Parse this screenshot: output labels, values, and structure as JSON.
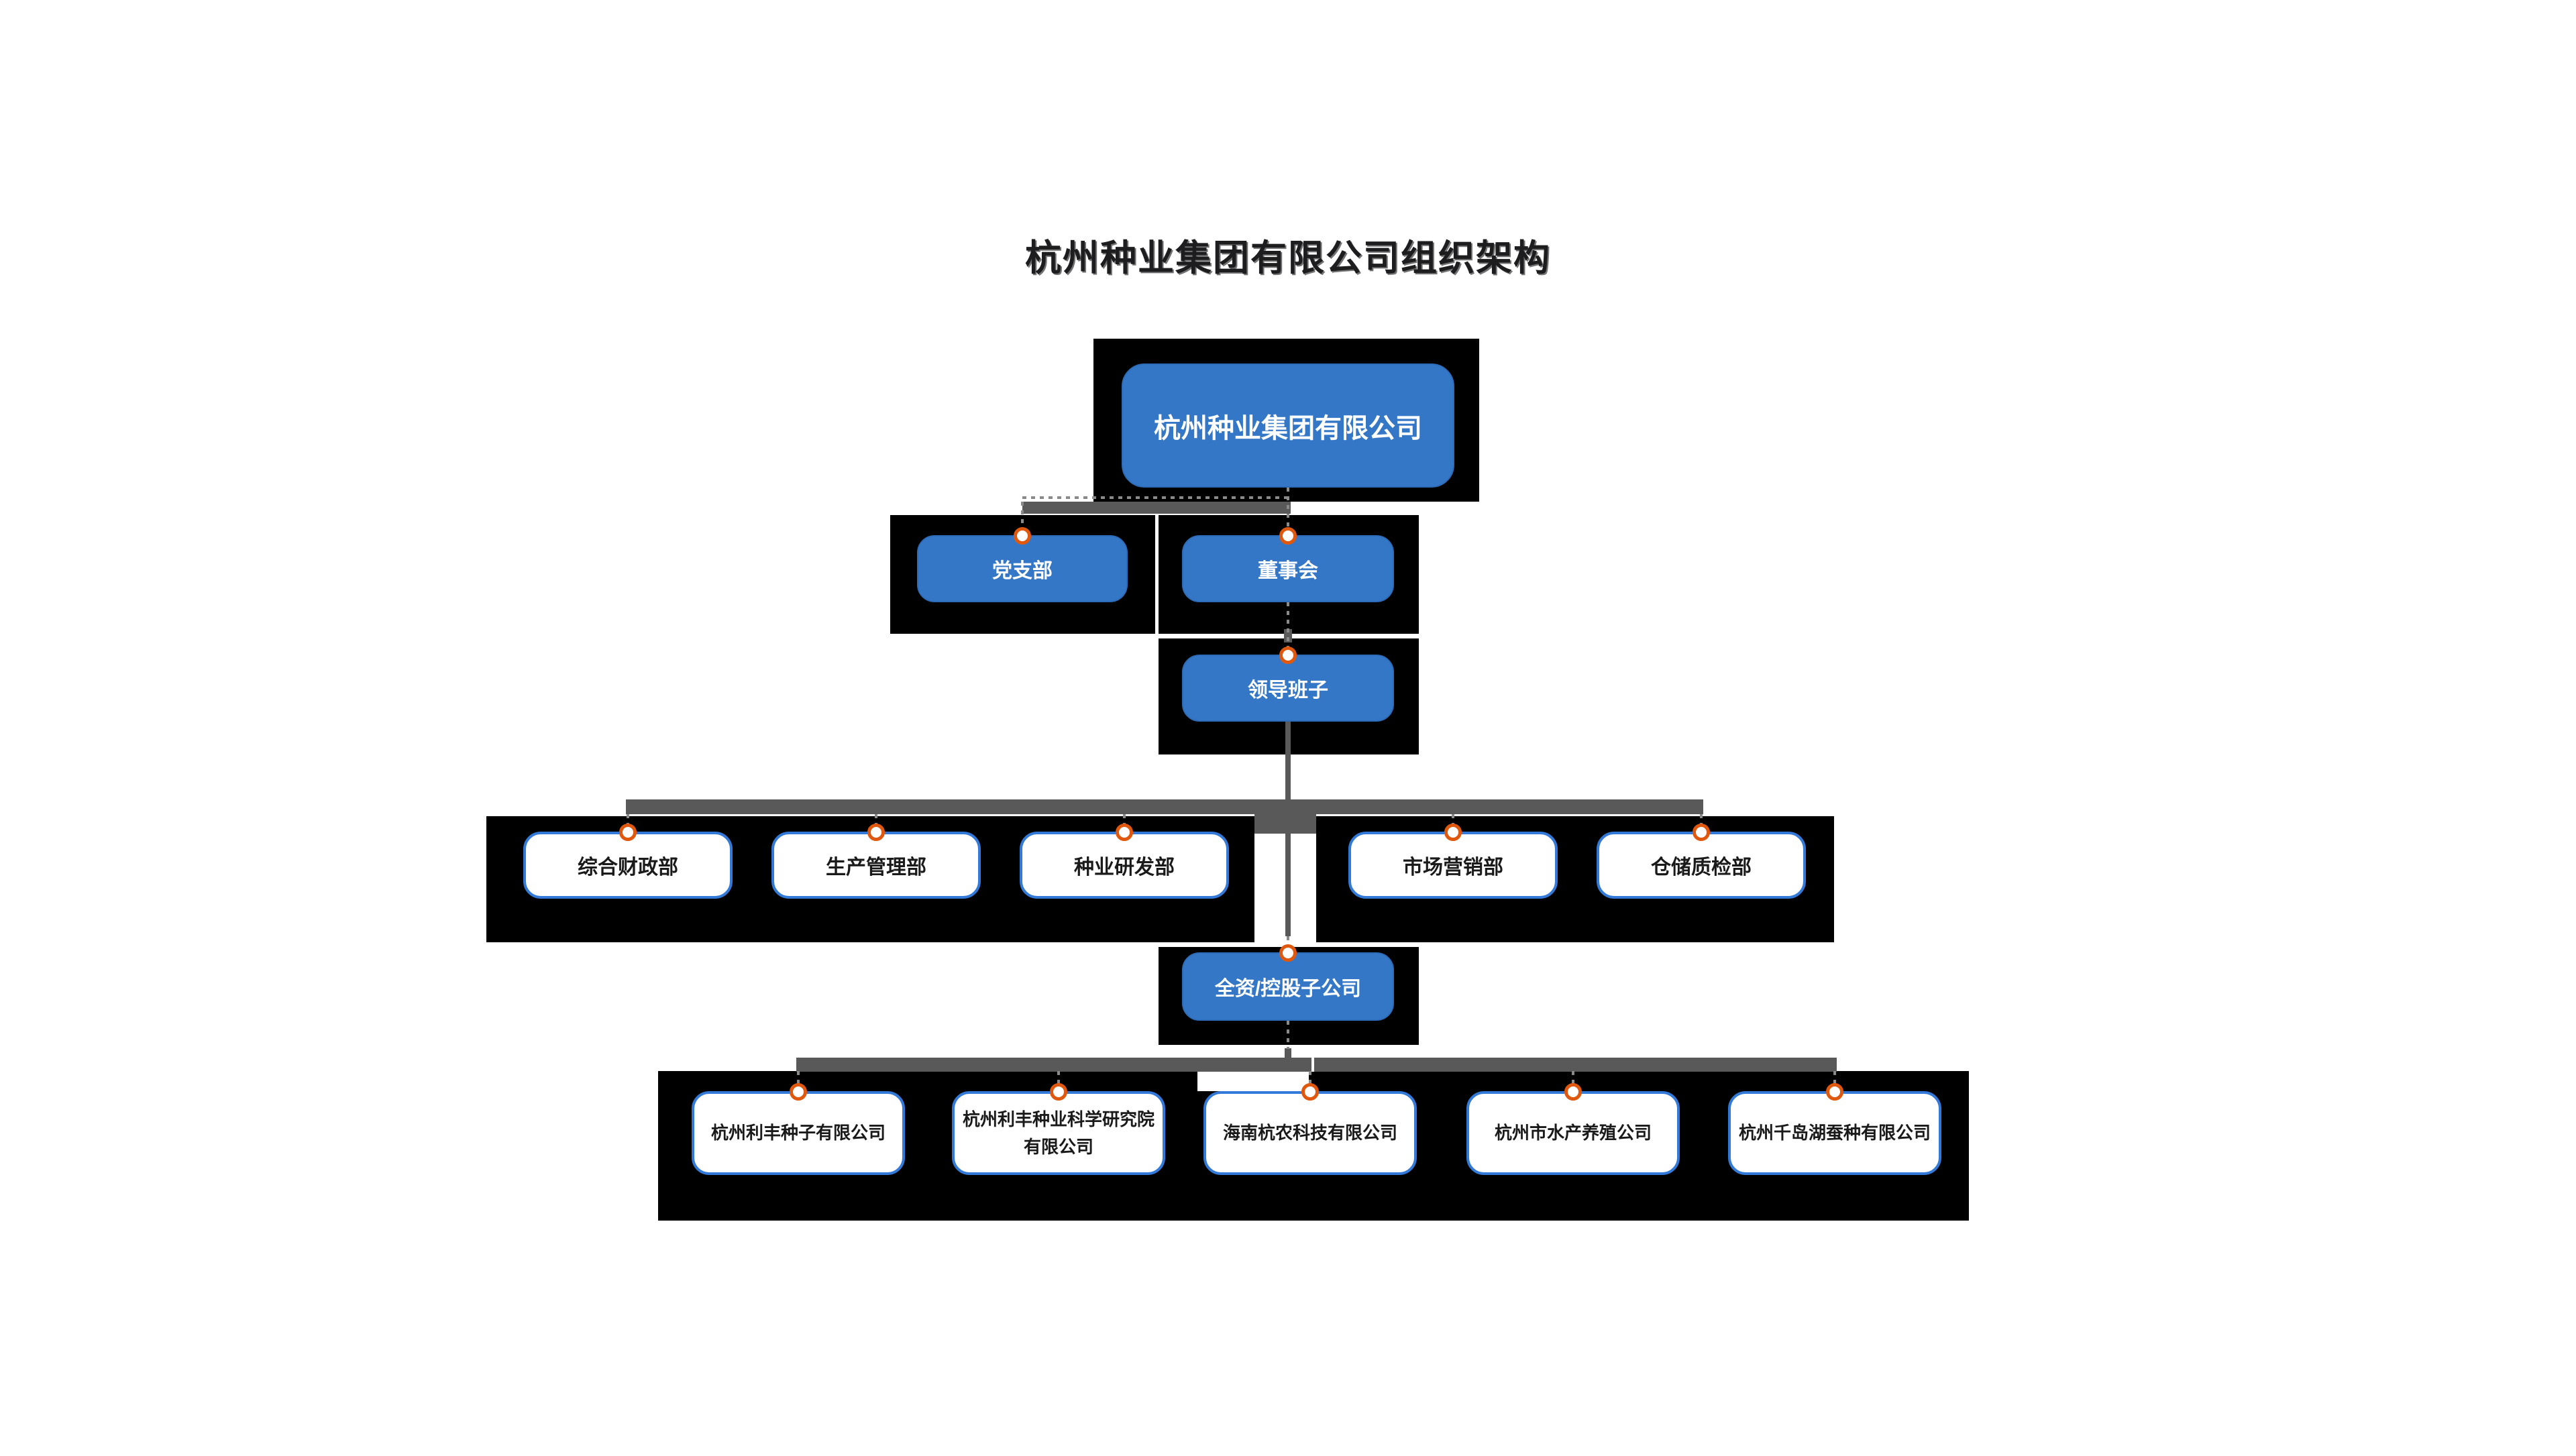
{
  "title": "杭州种业集团有限公司组织架构",
  "colors": {
    "node_blue": "#3477C7",
    "white_node_border_blue": "#3379D8",
    "connector_gray": "#595959",
    "port_orange": "#E0570E",
    "slot_black": "#000000",
    "title_black": "#1d1d1f"
  },
  "org": {
    "root": {
      "label": "杭州种业集团有限公司"
    },
    "governance": [
      {
        "label": "党支部"
      },
      {
        "label": "董事会"
      }
    ],
    "leadership": {
      "label": "领导班子"
    },
    "departments": [
      {
        "label": "综合财政部"
      },
      {
        "label": "生产管理部"
      },
      {
        "label": "种业研发部"
      },
      {
        "label": "市场营销部"
      },
      {
        "label": "仓储质检部"
      }
    ],
    "holding": {
      "label": "全资/控股子公司"
    },
    "subsidiaries": [
      {
        "label": "杭州利丰种子有限公司"
      },
      {
        "label": "杭州利丰种业科学研究院有限公司"
      },
      {
        "label": "海南杭农科技有限公司"
      },
      {
        "label": "杭州市水产养殖公司"
      },
      {
        "label": "杭州千岛湖蚕种有限公司"
      }
    ]
  }
}
